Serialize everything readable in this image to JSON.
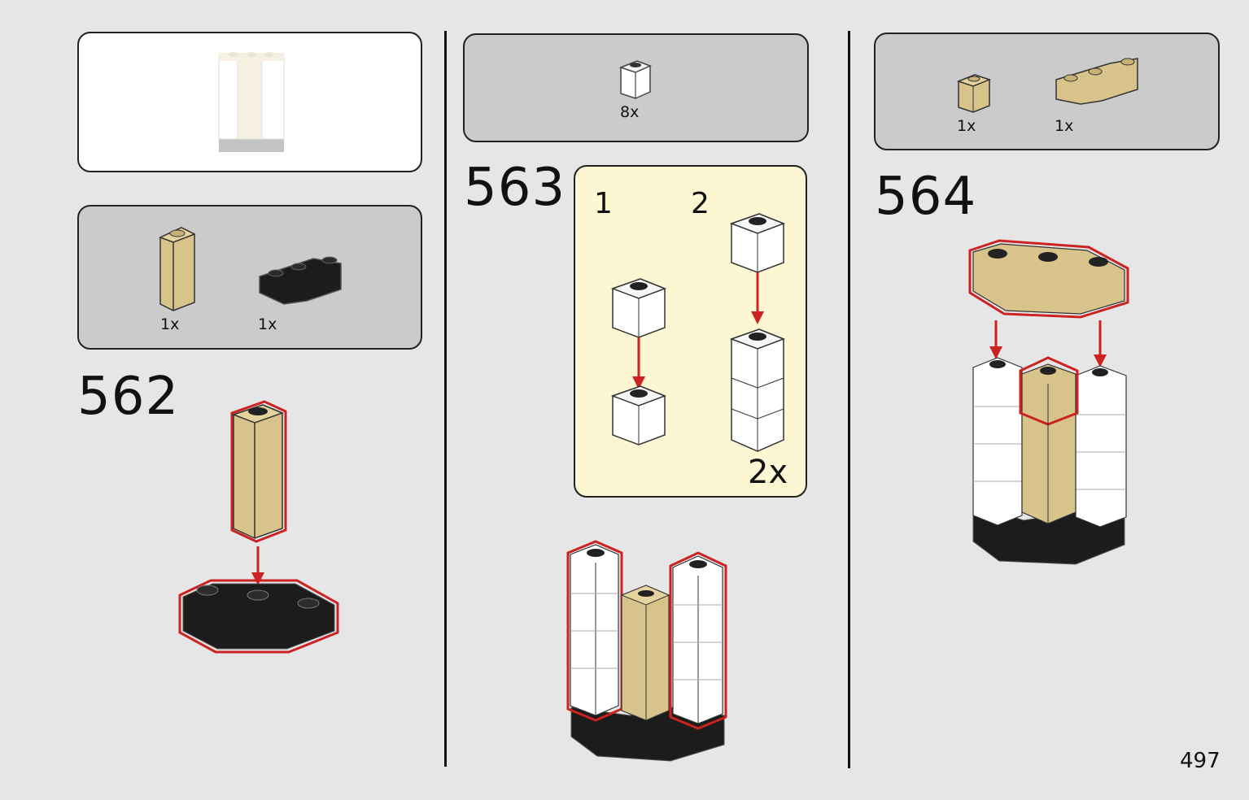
{
  "page_number": "497",
  "steps": [
    {
      "number": "562",
      "parts": [
        {
          "quantity": "1x",
          "piece": "tan-1x1x3-brick",
          "color": "#d8c38a"
        },
        {
          "quantity": "1x",
          "piece": "black-corner-brick",
          "color": "#1c1c1c"
        }
      ]
    },
    {
      "number": "563",
      "parts": [
        {
          "quantity": "8x",
          "piece": "clear-1x1-brick",
          "color": "#ffffff"
        }
      ],
      "substeps": {
        "labels": [
          "1",
          "2"
        ],
        "multiplier": "2x"
      }
    },
    {
      "number": "564",
      "parts": [
        {
          "quantity": "1x",
          "piece": "tan-1x1-brick",
          "color": "#d8c38a"
        },
        {
          "quantity": "1x",
          "piece": "tan-corner-brick",
          "color": "#d8c38a"
        }
      ]
    }
  ],
  "colors": {
    "highlight": "#cc2222",
    "tan": "#d8c38a",
    "black": "#1c1c1c",
    "callout_bg": "#fdf6d2",
    "parts_bg": "#cbcbcb"
  }
}
